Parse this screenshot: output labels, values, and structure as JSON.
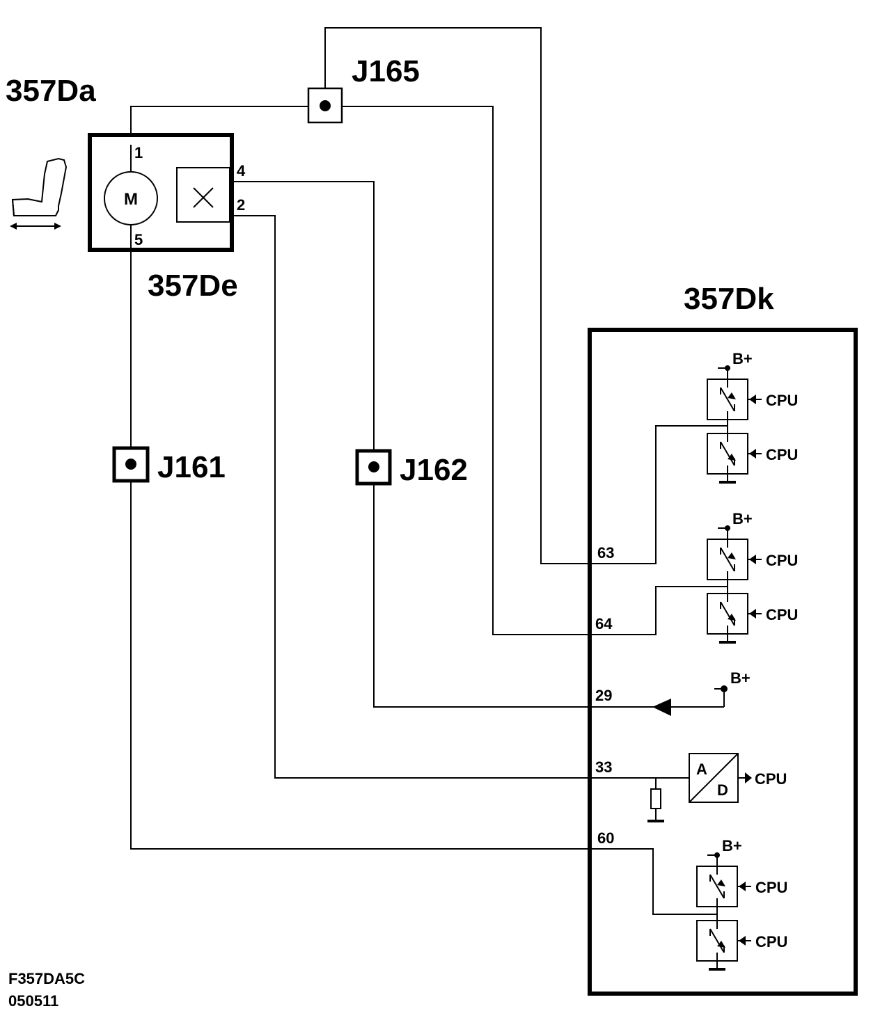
{
  "components": {
    "seat_motor_label": "357Da",
    "motor_unit_label": "357De",
    "control_module_label": "357Dk",
    "motor_symbol": "M"
  },
  "motor_pins": {
    "pin1": "1",
    "pin5": "5",
    "pin4": "4",
    "pin2": "2"
  },
  "junctions": {
    "j165": "J165",
    "j161": "J161",
    "j162": "J162"
  },
  "module_pins": {
    "p63": "63",
    "p64": "64",
    "p29": "29",
    "p33": "33",
    "p60": "60"
  },
  "signals": {
    "b_plus": "B+",
    "cpu": "CPU",
    "adc_a": "A",
    "adc_d": "D"
  },
  "footer": {
    "code": "F357DA5C",
    "date": "050511"
  },
  "icons": [
    "seat-icon",
    "motor-icon",
    "sensor-icon",
    "transistor-icon",
    "ground-icon",
    "resistor-icon",
    "arrow-icon",
    "adc-icon"
  ]
}
